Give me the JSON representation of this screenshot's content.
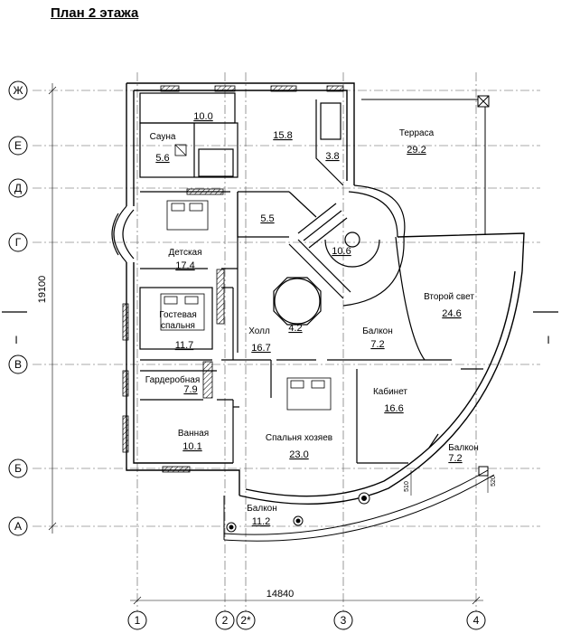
{
  "title": "План 2 этажа",
  "axes_rows": [
    "Ж",
    "Е",
    "Д",
    "Г",
    "В",
    "Б",
    "А"
  ],
  "axes_cols": [
    "1",
    "2",
    "2*",
    "3",
    "4"
  ],
  "dimensions": {
    "width": "14840",
    "height": "19100",
    "dim_510": "510",
    "dim_520": "520"
  },
  "section_mark": "I",
  "rooms": [
    {
      "name": "",
      "area": "10.0"
    },
    {
      "name": "Сауна",
      "area": "5.6"
    },
    {
      "name": "",
      "area": "15.8"
    },
    {
      "name": "",
      "area": "3.8"
    },
    {
      "name": "Терраса",
      "area": "29.2"
    },
    {
      "name": "",
      "area": "5.5"
    },
    {
      "name": "",
      "area": "10.6"
    },
    {
      "name": "Детская",
      "area": "17.4"
    },
    {
      "name": "Гостевая спальня",
      "area": "11.7"
    },
    {
      "name": "Холл",
      "area": "16.7"
    },
    {
      "name": "",
      "area": "4.2"
    },
    {
      "name": "Второй свет",
      "area": "24.6"
    },
    {
      "name": "Балкон",
      "area": "7.2"
    },
    {
      "name": "Гардеробная",
      "area": "7.9"
    },
    {
      "name": "Кабинет",
      "area": "16.6"
    },
    {
      "name": "Ванная",
      "area": "10.1"
    },
    {
      "name": "Спальня хозяев",
      "area": "23.0"
    },
    {
      "name": "Балкон",
      "area": "7.2"
    },
    {
      "name": "Балкон",
      "area": "11.2"
    }
  ]
}
